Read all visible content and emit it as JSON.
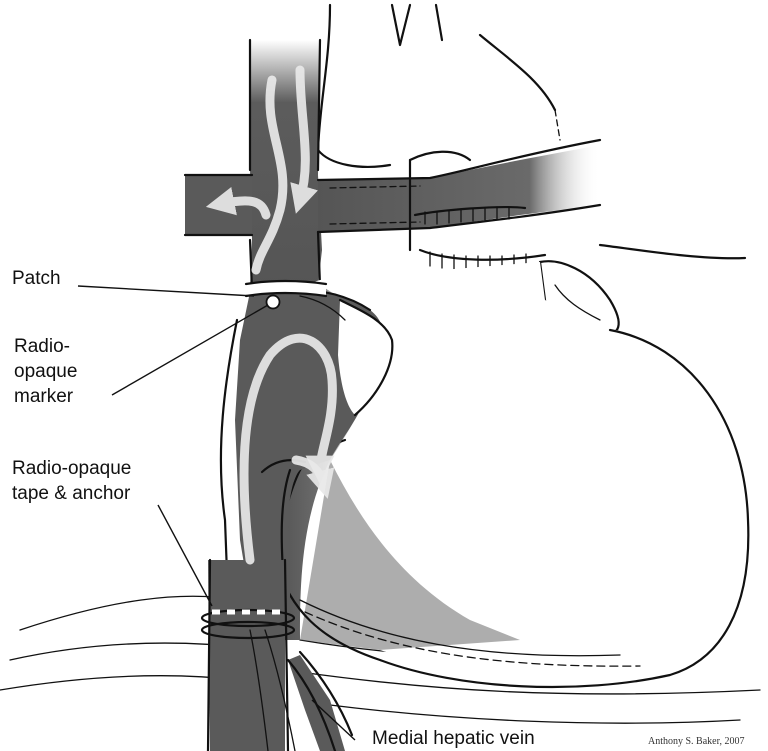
{
  "labels": {
    "patch": "Patch",
    "marker_line1": "Radio-",
    "marker_line2": "opaque",
    "marker_line3": "marker",
    "tape_line1": "Radio-opaque",
    "tape_line2": "tape & anchor",
    "hepatic": "Medial hepatic vein"
  },
  "credit": "Anthony S. Baker, 2007",
  "colors": {
    "vessel": "#5a5a5a",
    "vessel_light": "#8a8a8a",
    "outline": "#111111",
    "flow_arrow": "#e9e9e9",
    "background": "#ffffff"
  }
}
